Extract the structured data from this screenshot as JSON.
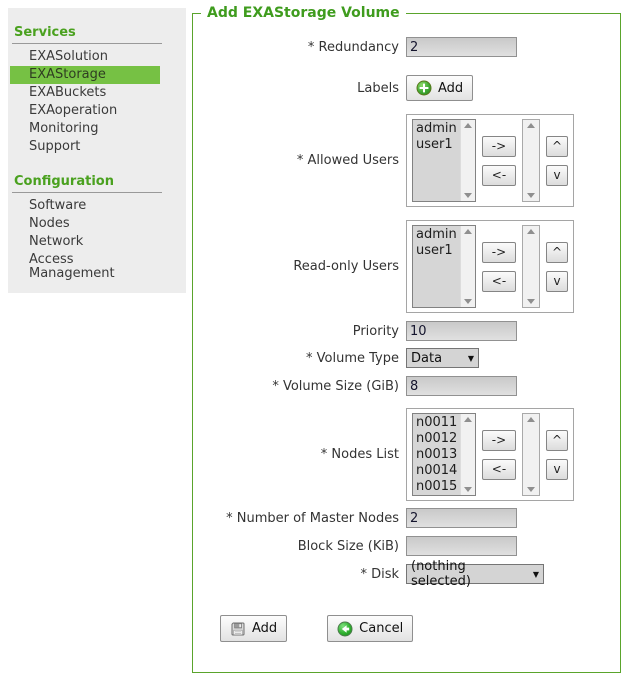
{
  "colors": {
    "accent_green": "#4aa11f",
    "highlight_green": "#76c144",
    "fieldset_border": "#5aa42c",
    "sidebar_bg": "#ededed",
    "input_bg": "#d4d4d4"
  },
  "sidebar": {
    "services": {
      "title": "Services",
      "items": [
        "EXASolution",
        "EXAStorage",
        "EXABuckets",
        "EXAoperation",
        "Monitoring",
        "Support"
      ],
      "selected_item": "EXAStorage"
    },
    "configuration": {
      "title": "Configuration",
      "items": [
        "Software",
        "Nodes",
        "Network",
        "Access Management"
      ]
    }
  },
  "form": {
    "title": "Add EXAStorage Volume",
    "dropdown_arrow": "▼",
    "redundancy": {
      "label": "* Redundancy",
      "value": "2"
    },
    "labels": {
      "label": "Labels",
      "button": "Add",
      "icon": "plus-icon"
    },
    "allowed_users": {
      "label": "* Allowed Users",
      "options": [
        "admin",
        "user1"
      ]
    },
    "readonly_users": {
      "label": "Read-only Users",
      "options": [
        "admin",
        "user1"
      ]
    },
    "priority": {
      "label": "Priority",
      "value": "10"
    },
    "volume_type": {
      "label": "* Volume Type",
      "value": "Data"
    },
    "volume_size": {
      "label": "* Volume Size (GiB)",
      "value": "8"
    },
    "nodes_list": {
      "label": "* Nodes List",
      "options": [
        "n0011",
        "n0012",
        "n0013",
        "n0014",
        "n0015"
      ]
    },
    "master_nodes": {
      "label": "* Number of Master Nodes",
      "value": "2"
    },
    "block_size": {
      "label": "Block Size (KiB)",
      "value": ""
    },
    "disk": {
      "label": "* Disk",
      "value": "(nothing selected)"
    },
    "list_controls": {
      "move_right": "->",
      "move_left": "<-",
      "move_up": "^",
      "move_down": "v"
    },
    "actions": {
      "add": "Add",
      "add_icon": "save-icon",
      "cancel": "Cancel",
      "cancel_icon": "back-icon"
    }
  }
}
